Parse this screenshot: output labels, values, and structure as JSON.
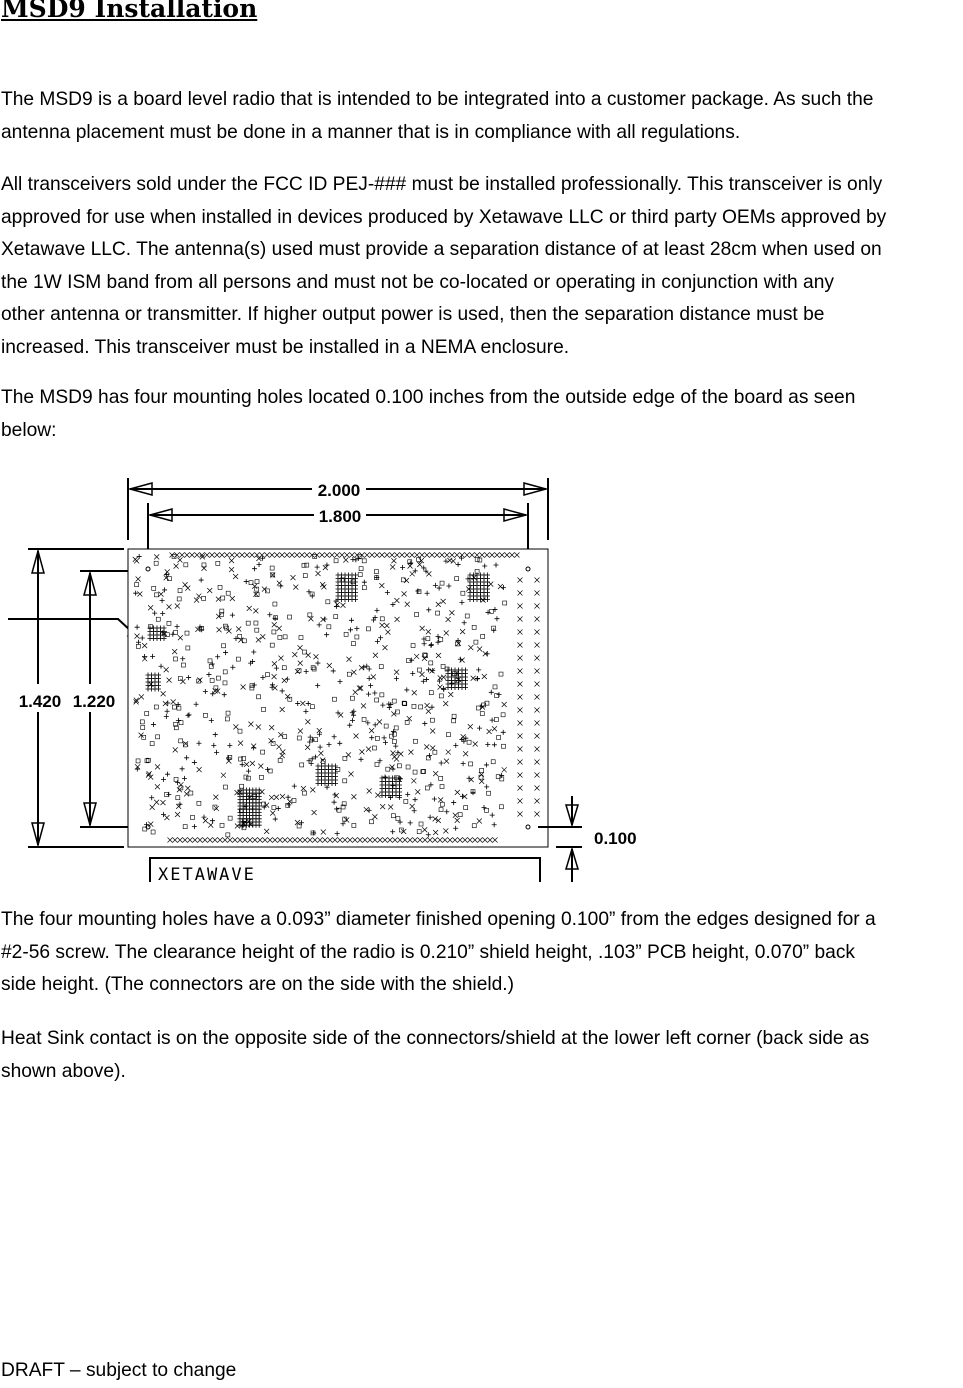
{
  "document": {
    "title": "MSD9 Installation",
    "paragraphs": [
      [
        "The MSD9 is a board level radio that is intended to be integrated into a customer package.  As such the",
        "antenna placement must be done in a manner that is in compliance with all regulations."
      ],
      [
        "All transceivers sold under the FCC ID PEJ-### must be installed professionally.  This transceiver is only",
        "approved for use when installed in devices produced by Xetawave LLC or third party OEMs approved by",
        "Xetawave LLC.  The antenna(s) used must provide a separation distance of at least 28cm when used on",
        "the 1W ISM band from all persons and must not be co-located or operating in conjunction with any",
        "other antenna or transmitter.  If higher output power is used, then the separation distance must be",
        "increased.  This transceiver must be installed in a NEMA enclosure."
      ],
      [
        "The MSD9 has four mounting holes located 0.100 inches from the outside edge of the board as seen",
        "below:"
      ],
      [
        "The four mounting holes have a 0.093” diameter finished opening 0.100” from the edges designed for a",
        "#2-56 screw.  The clearance height of the radio is 0.210” shield height, .103” PCB height, 0.070” back",
        "side height.  (The connectors are on the side with the shield.)"
      ],
      [
        "Heat Sink contact is on the opposite side of the connectors/shield at the lower left corner (back side as",
        "shown above)."
      ]
    ],
    "footer": "DRAFT – subject to change"
  },
  "drawing": {
    "dim_width_outer": "2.000",
    "dim_width_inner": "1.800",
    "dim_height_outer": "1.420",
    "dim_height_inner": "1.220",
    "dim_edge_offset": "0.100",
    "silkscreen_brand": "XETAWAVE"
  }
}
